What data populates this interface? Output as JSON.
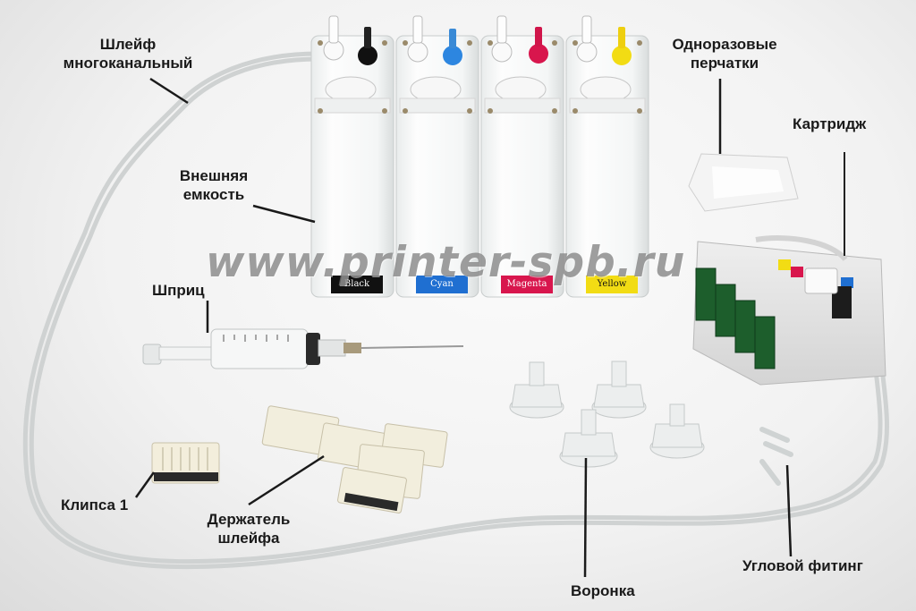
{
  "labels": {
    "multi_channel_loop": [
      "Шлейф",
      "многоканальный"
    ],
    "external_tank": [
      "Внешняя",
      "емкость"
    ],
    "syringe": "Шприц",
    "clip": "Клипса 1",
    "loop_holder": [
      "Держатель",
      "шлейфа"
    ],
    "funnel": "Воронка",
    "angle_fitting": "Угловой фитинг",
    "cartridge": "Картридж",
    "gloves": [
      "Одноразовые",
      "перчатки"
    ]
  },
  "watermark": "www.printer-spb.ru",
  "tanks": [
    {
      "label": "Black",
      "color": "#111111"
    },
    {
      "label": "Cyan",
      "color": "#1f6fd1"
    },
    {
      "label": "Magenta",
      "color": "#d8164d"
    },
    {
      "label": "Yellow",
      "color": "#f2dc14"
    }
  ]
}
